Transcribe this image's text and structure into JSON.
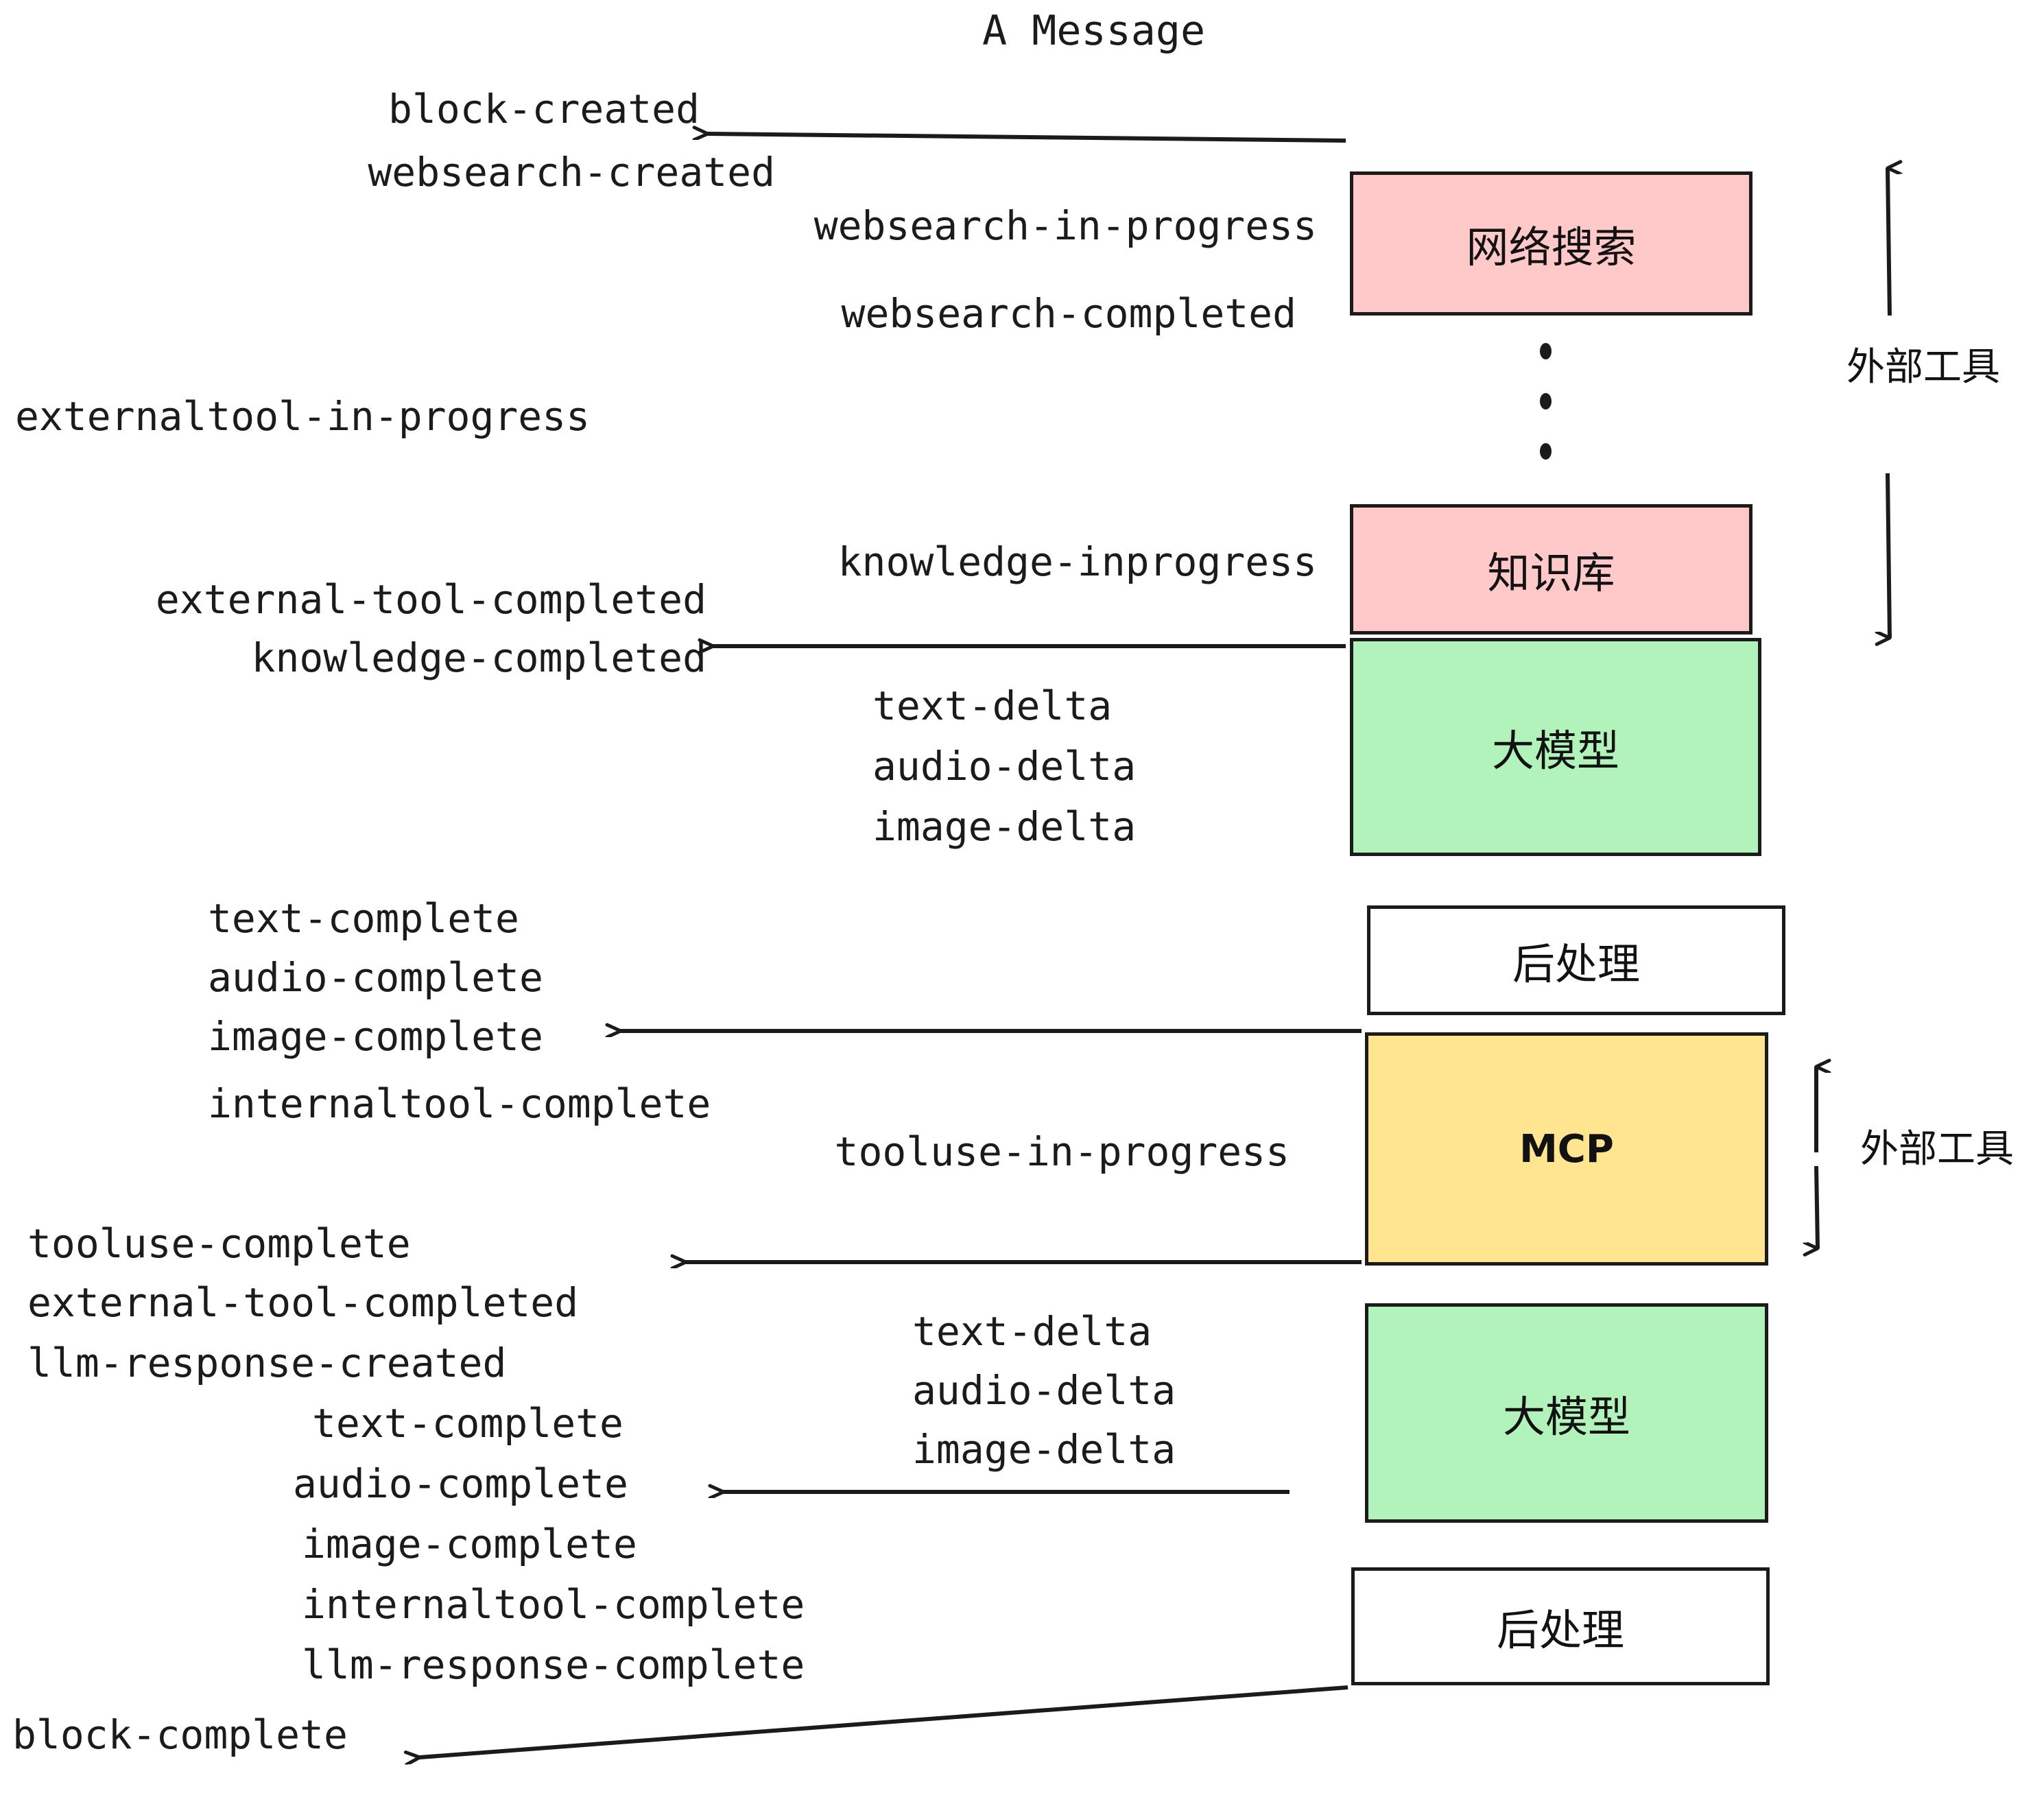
{
  "title": "A Message",
  "colors": {
    "pink": "#ffc9c9",
    "green": "#b2f2bb",
    "yellow": "#ffe58f",
    "white": "#ffffff",
    "stroke": "#1b1b1b",
    "text": "#1b1b1b"
  },
  "nodes": [
    {
      "id": "websearch",
      "label": "网络搜索",
      "fill": "pink"
    },
    {
      "id": "knowledge",
      "label": "知识库",
      "fill": "pink"
    },
    {
      "id": "llm1",
      "label": "大模型",
      "fill": "green"
    },
    {
      "id": "post1",
      "label": "后处理",
      "fill": "white"
    },
    {
      "id": "mcp",
      "label": "MCP",
      "fill": "yellow"
    },
    {
      "id": "llm2",
      "label": "大模型",
      "fill": "green"
    },
    {
      "id": "post2",
      "label": "后处理",
      "fill": "white"
    }
  ],
  "side_labels": [
    {
      "id": "ext-tool-top",
      "label": "外部工具"
    },
    {
      "id": "ext-tool-bottom",
      "label": "外部工具"
    }
  ],
  "events": {
    "group1": [
      "block-created",
      "websearch-created"
    ],
    "group2": [
      "websearch-in-progress",
      "websearch-completed"
    ],
    "group3": [
      "externaltool-in-progress"
    ],
    "group4": [
      "knowledge-inprogress"
    ],
    "group5": [
      "external-tool-completed",
      "knowledge-completed"
    ],
    "group6": [
      "text-delta",
      "audio-delta",
      "image-delta"
    ],
    "group7": [
      "text-complete",
      "audio-complete",
      "image-complete",
      "internaltool-complete"
    ],
    "group8": [
      "tooluse-in-progress"
    ],
    "group9": [
      "tooluse-complete",
      "external-tool-completed",
      "llm-response-created"
    ],
    "group10": [
      "text-delta",
      "audio-delta",
      "image-delta"
    ],
    "group11": [
      "text-complete",
      "audio-complete",
      "image-complete",
      "internaltool-complete",
      "llm-response-complete"
    ],
    "group12": [
      "block-complete"
    ]
  }
}
